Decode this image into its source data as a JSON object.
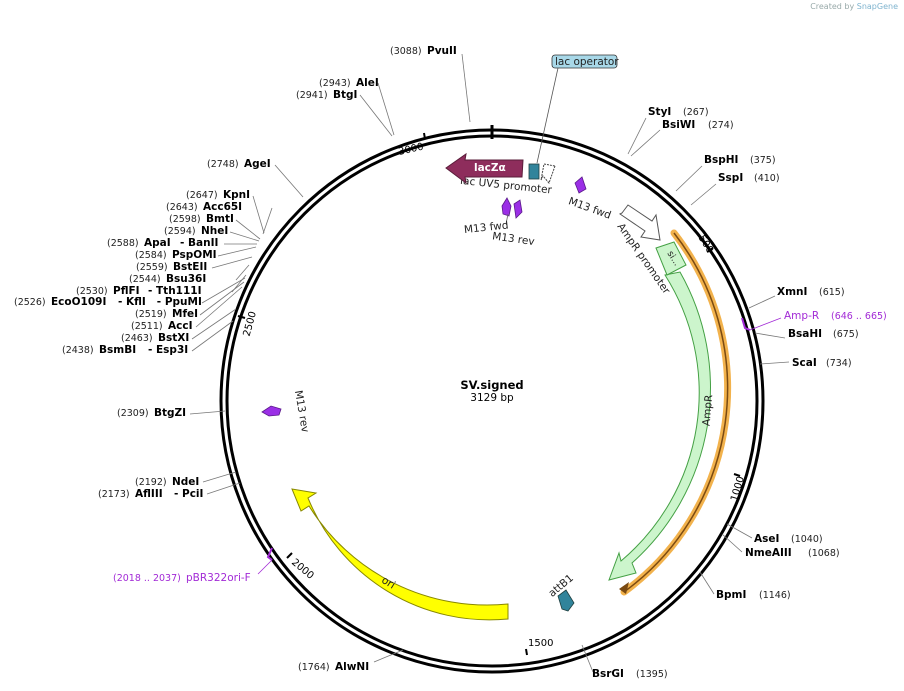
{
  "credit": {
    "prefix": "Created by",
    "brand": "SnapGene"
  },
  "plasmid": {
    "name": "SV.signed",
    "length_label": "3129 bp"
  },
  "ring_ticks": [
    "500",
    "1000",
    "1500",
    "2000",
    "2500",
    "3000"
  ],
  "sites": [
    {
      "name": "PvuII",
      "pos": "(3088)"
    },
    {
      "name": "AleI",
      "pos": "(2943)"
    },
    {
      "name": "BtgI",
      "pos": "(2941)"
    },
    {
      "name": "AgeI",
      "pos": "(2748)"
    },
    {
      "name": "KpnI",
      "pos": "(2647)"
    },
    {
      "name": "Acc65I",
      "pos": "(2643)"
    },
    {
      "name": "BmtI",
      "pos": "(2598)"
    },
    {
      "name": "NheI",
      "pos": "(2594)"
    },
    {
      "name": "ApaI",
      "pos": "(2588)",
      "extra": "- BanII"
    },
    {
      "name": "PspOMI",
      "pos": "(2584)"
    },
    {
      "name": "BstEII",
      "pos": "(2559)"
    },
    {
      "name": "Bsu36I",
      "pos": "(2544)"
    },
    {
      "name": "PflFI",
      "pos": "(2530)",
      "extra": "- Tth111I"
    },
    {
      "name": "EcoO109I",
      "pos": "(2526)",
      "extra": "- KflI   - PpuMI"
    },
    {
      "name": "MfeI",
      "pos": "(2519)"
    },
    {
      "name": "AccI",
      "pos": "(2511)"
    },
    {
      "name": "BstXI",
      "pos": "(2463)"
    },
    {
      "name": "BsmBI",
      "pos": "(2438)",
      "extra": "- Esp3I"
    },
    {
      "name": "BtgZI",
      "pos": "(2309)"
    },
    {
      "name": "NdeI",
      "pos": "(2192)"
    },
    {
      "name": "AflIII",
      "pos": "(2173)",
      "extra": "- PciI"
    },
    {
      "name": "AlwNI",
      "pos": "(1764)"
    },
    {
      "name": "StyI",
      "pos": "(267)"
    },
    {
      "name": "BsiWI",
      "pos": "(274)"
    },
    {
      "name": "BspHI",
      "pos": "(375)"
    },
    {
      "name": "SspI",
      "pos": "(410)"
    },
    {
      "name": "XmnI",
      "pos": "(615)"
    },
    {
      "name": "BsaHI",
      "pos": "(675)"
    },
    {
      "name": "ScaI",
      "pos": "(734)"
    },
    {
      "name": "AseI",
      "pos": "(1040)"
    },
    {
      "name": "NmeAIII",
      "pos": "(1068)"
    },
    {
      "name": "BpmI",
      "pos": "(1146)"
    },
    {
      "name": "BsrGI",
      "pos": "(1395)"
    }
  ],
  "primers": [
    {
      "name": "Amp-R",
      "range": "(646 .. 665)"
    },
    {
      "name": "pBR322ori-F",
      "range": "(2018 .. 2037)"
    }
  ],
  "features": {
    "lac_operator": "lac operator",
    "lacZa": "lacZα",
    "lac_uv5": "lac UV5 promoter",
    "m13_fwd_a": "M13 fwd",
    "m13_fwd_b": "M13 fwd",
    "m13_rev_a": "M13 rev",
    "m13_rev_b": "M13 rev",
    "ampr_promoter": "AmpR promoter",
    "sig_peptide": "si...",
    "ampr": "AmpR",
    "attb1": "attB1",
    "ori": "ori"
  },
  "colors": {
    "lacZa": "#8e2d5c",
    "ampr": "#ccf5cc",
    "ori": "#ffff00",
    "attb1": "#31849b",
    "m13": "#9b2fe6",
    "primer": "#a22ad6",
    "orf_outline": "#f2b24c",
    "lac_operator": "#a8d8e8"
  }
}
